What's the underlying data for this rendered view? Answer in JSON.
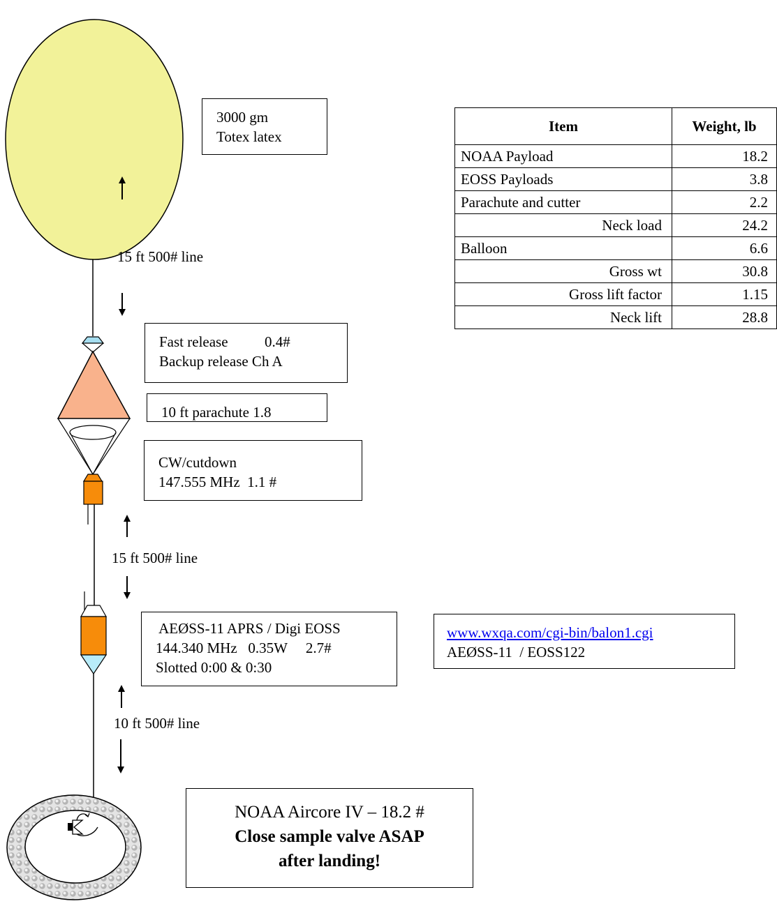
{
  "colors": {
    "balloon": "#f2f299",
    "upper_release": "#a6def0",
    "parachute": "#f9b28c",
    "payload": "#f78c0a",
    "lower_release": "#b8ecf9",
    "ring": "#d7d7d7",
    "link": "#0000ee"
  },
  "labels": {
    "balloon": [
      "3000 gm",
      "Totex latex"
    ],
    "line_top": "15 ft 500# line",
    "fast_release": [
      "Fast release          0.4#",
      "Backup release Ch A"
    ],
    "parachute": "10 ft parachute 1.8",
    "cutdown": [
      "CW/cutdown",
      "147.555 MHz  1.1 #"
    ],
    "line_mid": "15 ft 500# line",
    "aprs": [
      " AEØSS-11 APRS / Digi EOSS",
      "144.340 MHz   0.35W     2.7#",
      "Slotted 0:00 & 0:30"
    ],
    "link_url": "www.wxqa.com/cgi-bin/balon1.cgi",
    "link_sub": "AEØSS-11  / EOSS122",
    "line_bottom": "10 ft 500# line",
    "aircore_title": "NOAA Aircore IV – 18.2 #",
    "aircore_warn1": "Close sample valve ASAP",
    "aircore_warn2": "after landing!"
  },
  "weight_table": {
    "headers": [
      "Item",
      "Weight, lb"
    ],
    "rows": [
      {
        "item": "NOAA Payload",
        "weight": "18.2",
        "align": "l"
      },
      {
        "item": "EOSS Payloads",
        "weight": "3.8",
        "align": "l"
      },
      {
        "item": "Parachute and cutter",
        "weight": "2.2",
        "align": "l"
      },
      {
        "item": "Neck load",
        "weight": "24.2",
        "align": "r"
      },
      {
        "item": "Balloon",
        "weight": "6.6",
        "align": "l"
      },
      {
        "item": "Gross wt",
        "weight": "30.8",
        "align": "r"
      },
      {
        "item": "Gross lift factor",
        "weight": "1.15",
        "align": "r"
      },
      {
        "item": "Neck lift",
        "weight": "28.8",
        "align": "r"
      }
    ]
  }
}
